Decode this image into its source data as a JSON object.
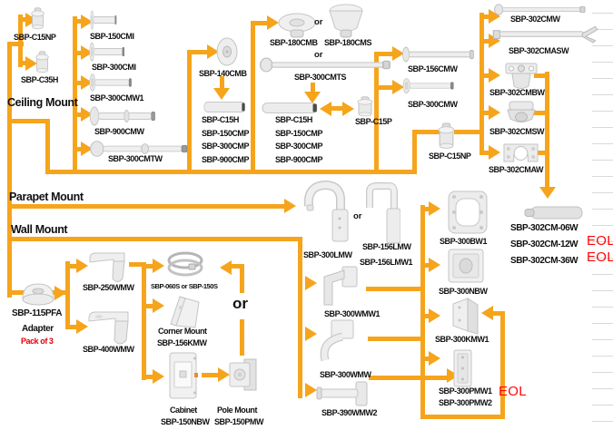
{
  "sections": {
    "ceiling_mount": "Ceiling Mount",
    "parapet_mount": "Parapet Mount",
    "wall_mount": "Wall Mount"
  },
  "or_label": "or",
  "eol_label": "EOL",
  "colors": {
    "connector": "#F6A41C",
    "eol_red": "#FF0606"
  },
  "adapter": {
    "name": "SBP-115PFA",
    "type": "Adapter",
    "pack": "Pack of 3"
  },
  "nodes": {
    "c15np": {
      "label": "SBP-C15NP"
    },
    "c35h": {
      "label": "SBP-C35H"
    },
    "cmi150": {
      "label": "SBP-150CMI"
    },
    "cmi300": {
      "label": "SBP-300CMI"
    },
    "cmw1300": {
      "label": "SBP-300CMW1"
    },
    "cmw900": {
      "label": "SBP-900CMW"
    },
    "cmtw300": {
      "label": "SBP-300CMTW"
    },
    "cmb140": {
      "label": "SBP-140CMB"
    },
    "cmb180": {
      "label": "SBP-180CMB"
    },
    "cms180": {
      "label": "SBP-180CMS"
    },
    "cmts300": {
      "label": "SBP-300CMTS"
    },
    "c15p": {
      "label": "SBP-C15P"
    },
    "cmw156": {
      "label": "SBP-156CMW"
    },
    "cmw300": {
      "label": "SBP-300CMW"
    },
    "c15np2": {
      "label": "SBP-C15NP"
    },
    "cmw302": {
      "label": "SBP-302CMW"
    },
    "cmasw302": {
      "label": "SBP-302CMASW"
    },
    "cmbw302": {
      "label": "SBP-302CMBW"
    },
    "cmsw302": {
      "label": "SBP-302CMSW"
    },
    "cmaw302": {
      "label": "SBP-302CMAW"
    },
    "lmw300": {
      "label": "SBP-300LMW"
    },
    "lmw156": {
      "label": "SBP-156LMW"
    },
    "lmw156_1": {
      "label": "SBP-156LMW1"
    },
    "bw1300": {
      "label": "SBP-300BW1"
    },
    "nbw300": {
      "label": "SBP-300NBW"
    },
    "wmw1300": {
      "label": "SBP-300WMW1"
    },
    "wmw300": {
      "label": "SBP-300WMW"
    },
    "wmw2390": {
      "label": "SBP-390WMW2"
    },
    "kmw1300": {
      "label": "SBP-300KMW1"
    },
    "pmw1300": {
      "label": "SBP-300PMW1"
    },
    "pmw2300": {
      "label": "SBP-300PMW2"
    },
    "wmw250": {
      "label": "SBP-250WMW"
    },
    "wmw400": {
      "label": "SBP-400WMW"
    },
    "straps": {
      "label": "SBP-060S or SBP-150S"
    },
    "corner": {
      "title": "Corner Mount",
      "label": "SBP-156KMW"
    },
    "cabinet": {
      "title": "Cabinet",
      "label": "SBP-150NBW"
    },
    "pole": {
      "title": "Pole Mount",
      "label": "SBP-150PMW"
    }
  },
  "stacks": {
    "cmp_left": [
      "SBP-C15H",
      "SBP-150CMP",
      "SBP-300CMP",
      "SBP-900CMP"
    ],
    "cmp_mid": [
      "SBP-C15H",
      "SBP-150CMP",
      "SBP-300CMP",
      "SBP-900CMP"
    ],
    "cm302": [
      "SBP-302CM-06W",
      "SBP-302CM-12W",
      "SBP-302CM-36W"
    ]
  }
}
